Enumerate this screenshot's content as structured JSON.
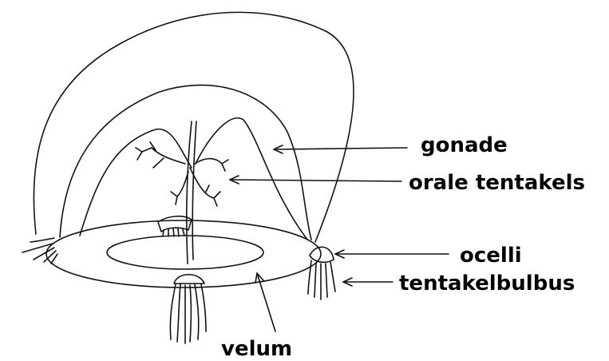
{
  "labels": {
    "gonade": "gonade",
    "orale_tentakels": "orale tentakels",
    "ocelli": "ocelli",
    "tentakelbulbus": "tentakelbulbus",
    "velum": "velum"
  },
  "colors": {
    "ink": "#111111",
    "background": "#ffffff"
  }
}
